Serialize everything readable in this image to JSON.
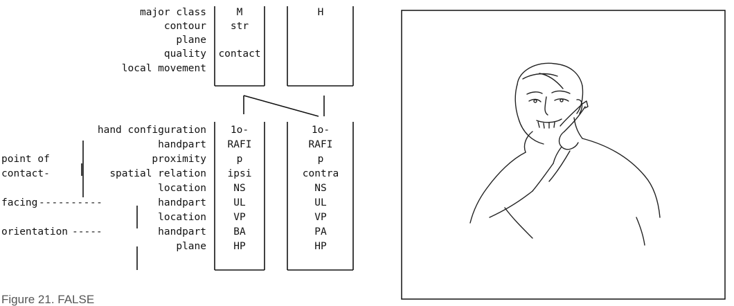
{
  "tier1": {
    "labels": [
      "major class",
      "contour",
      "plane",
      "quality",
      "local movement"
    ],
    "seg1": [
      "M",
      "str",
      "",
      "contact",
      ""
    ],
    "seg2": [
      "H",
      "",
      "",
      "",
      ""
    ]
  },
  "tier2": {
    "label_main": [
      "hand configuration",
      "handpart",
      "proximity",
      "spatial relation",
      "location",
      "handpart",
      "location",
      "handpart",
      "plane"
    ],
    "group_labels": {
      "point_of": "point of",
      "contact": "contact-",
      "facing": "facing",
      "orientation": "orientation"
    },
    "seg1": [
      "1o-",
      "RAFI",
      "p",
      "ipsi",
      "NS",
      "UL",
      "VP",
      "BA",
      "HP"
    ],
    "seg2": [
      "1o-",
      "RAFI",
      "p",
      "contra",
      "NS",
      "UL",
      "VP",
      "PA",
      "HP"
    ]
  },
  "caption": "Figure 21. FALSE"
}
